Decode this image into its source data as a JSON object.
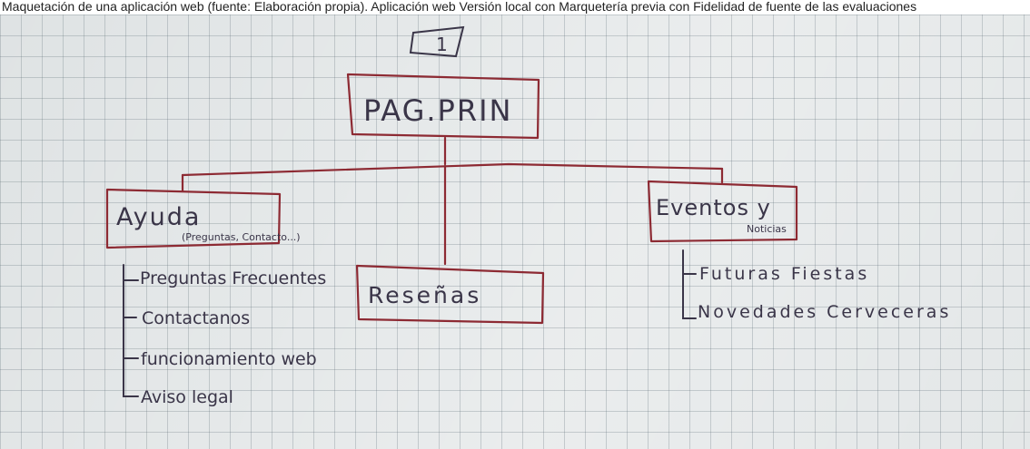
{
  "caption": "Maquetación de una aplicación web (fuente: Elaboración propia). Aplicación web Versión local con Marquetería previa con Fidelidad de fuente de las evaluaciones",
  "diagram": {
    "page_number": "1",
    "root": {
      "label": "PAG.PRIN"
    },
    "nodes": {
      "ayuda": {
        "label": "Ayuda",
        "note": "(Preguntas, Contacto...)",
        "children": [
          "Preguntas Frecuentes",
          "Contactanos",
          "funcionamiento web",
          "Aviso legal"
        ]
      },
      "resenas": {
        "label": "Reseñas"
      },
      "eventos": {
        "label": "Eventos y",
        "label_line2": "Noticias",
        "children": [
          "Futuras Fiestas",
          "Novedades Cerveceras"
        ]
      }
    },
    "colors": {
      "box": "#8d2a33",
      "ink": "#3a3548",
      "accent_green": "#3a7a4a",
      "paper": "#dfe3e4"
    }
  }
}
